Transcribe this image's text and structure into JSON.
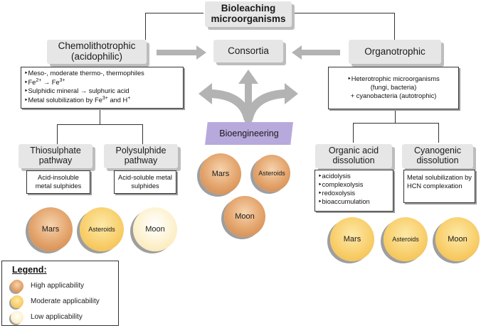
{
  "title": "Bioleaching microorganisms",
  "branches": {
    "chemo": {
      "label": "Chemolithotrophic (acidophilic)",
      "lines": [
        {
          "pre": "‣Meso-, moderate thermo-, thermophiles"
        },
        {
          "pre": "‣Fe",
          "sup1": "2+",
          "mid": " → Fe",
          "sup2": "3+"
        },
        {
          "pre": "‣Sulphidic mineral → sulphuric acid"
        },
        {
          "pre": "‣Metal solubilization by Fe",
          "sup1": "3+",
          "mid": " and H",
          "sup2": "+"
        }
      ]
    },
    "consortia": {
      "label": "Consortia"
    },
    "organo": {
      "label": "Organotrophic",
      "desc_1": "‣Heterotrophic microorganisms",
      "desc_2": "(fungi, bacteria)",
      "desc_3": "+ cyanobacteria (autotrophic)"
    }
  },
  "bioengineering": "Bioengineering",
  "pathways": {
    "thio": {
      "label": "Thiosulphate pathway",
      "desc": "Acid-insoluble metal sulphides"
    },
    "poly": {
      "label": "Polysulphide pathway",
      "desc": "Acid-soluble metal sulphides"
    },
    "organic": {
      "label": "Organic acid dissolution",
      "items": [
        "‣acidolysis",
        "‣complexolysis",
        "‣redoxolysis",
        "‣bioaccumulation"
      ]
    },
    "cyano": {
      "label": "Cyanogenic dissolution",
      "desc": "Metal solubilization by HCN complexation"
    }
  },
  "bodies": {
    "mars": "Mars",
    "asteroids": "Asteroids",
    "moon": "Moon"
  },
  "legend": {
    "title": "Legend:",
    "high": "High applicability",
    "moderate": "Moderate applicability",
    "low": "Low applicability"
  },
  "colors": {
    "box_fill": "#e6e6e6",
    "arrow_gray": "#b3b3b3",
    "bioengineering_fill": "#b8a9dc",
    "high": "#e3a36b",
    "moderate": "#f8cd68",
    "low": "#fdf3d4"
  }
}
